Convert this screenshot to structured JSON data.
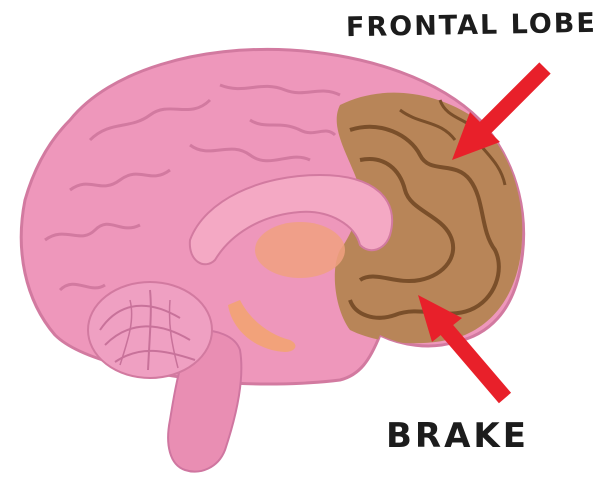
{
  "labels": {
    "frontal_lobe": "FRONTAL LOBE",
    "brake": "BRAKE"
  },
  "colors": {
    "brain_pink": "#EE97BB",
    "brain_shadow": "#D27AA0",
    "frontal_tan": "#B88558",
    "frontal_dark": "#7A4F2A",
    "arrow_red": "#E8202A",
    "corpus_pink": "#F4A9C4",
    "thalamus_orange": "#F0A080",
    "text": "#1C1C1C"
  },
  "icons": {
    "frontal_arrow": "red-arrow-pointing-down-left",
    "brake_arrow": "red-arrow-pointing-up-left"
  }
}
